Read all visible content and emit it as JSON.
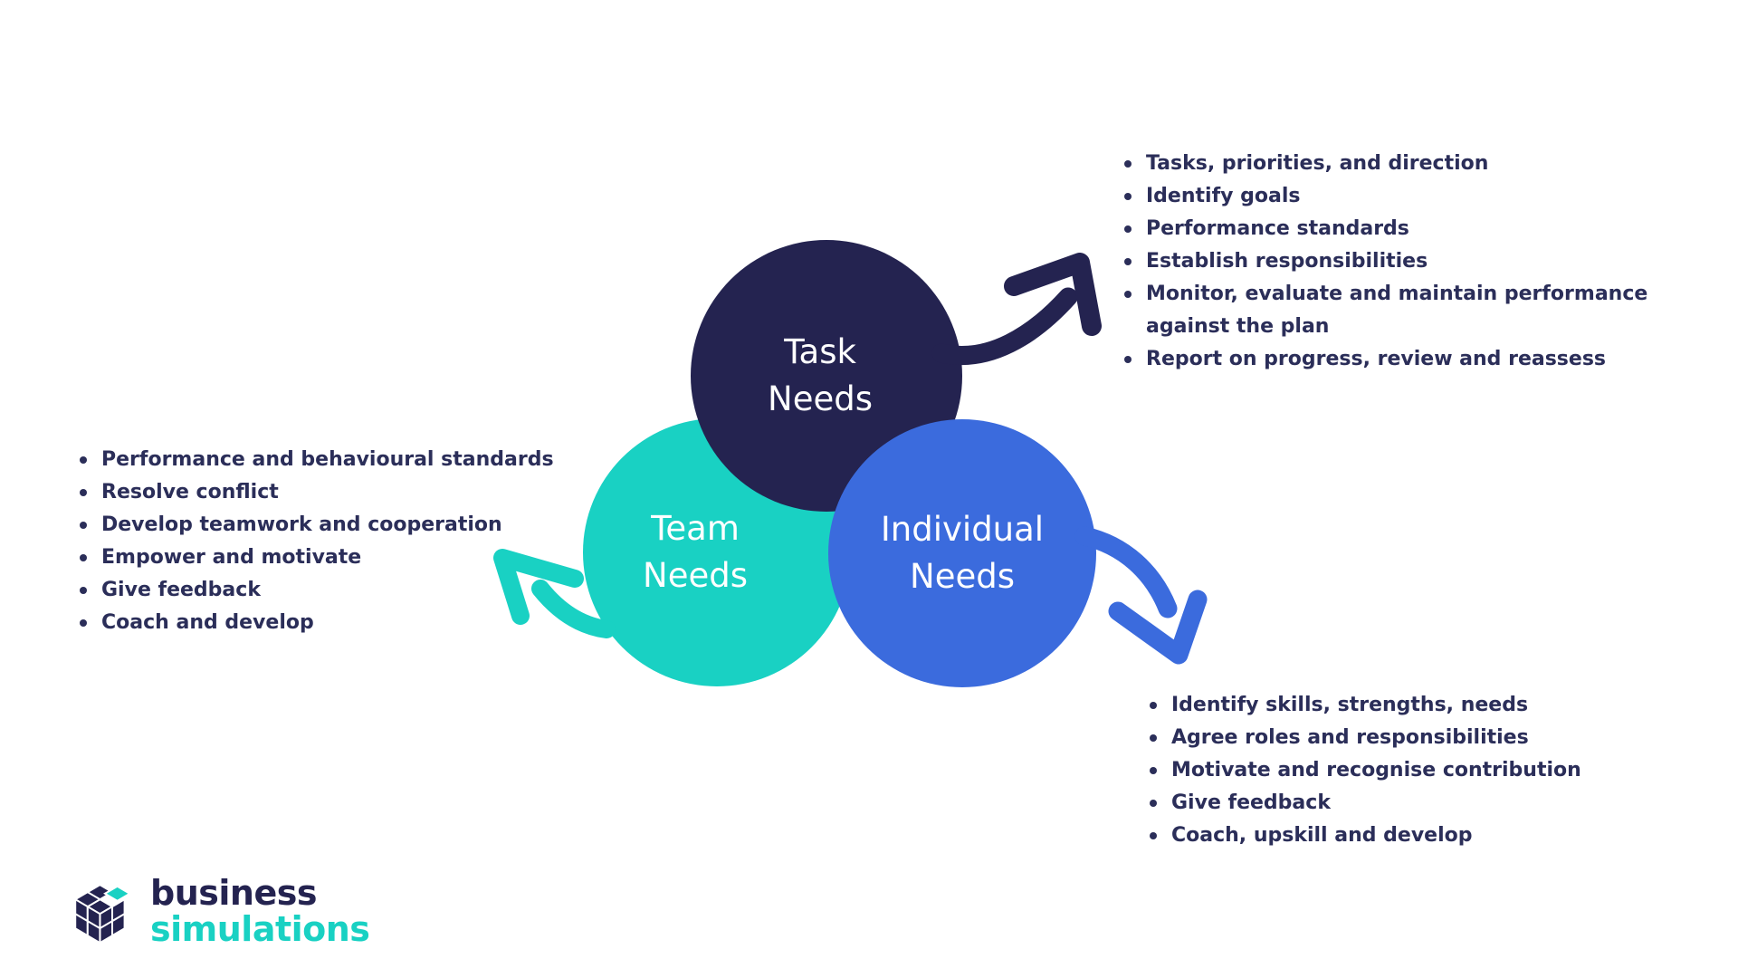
{
  "colors": {
    "navy": "#242350",
    "teal": "#19d1c3",
    "blue": "#3b6bdd",
    "bullet_text": "#2b2e59",
    "background": "#ffffff"
  },
  "diagram": {
    "circles": {
      "task": {
        "line1": "Task",
        "line2": "Needs"
      },
      "team": {
        "line1": "Team",
        "line2": "Needs"
      },
      "individual": {
        "line1": "Individual",
        "line2": "Needs"
      }
    }
  },
  "task_list": {
    "items": [
      "Tasks, priorities, and direction",
      "Identify goals",
      "Performance standards",
      "Establish responsibilities",
      "Monitor, evaluate and maintain performance against the plan",
      "Report on progress, review and reassess"
    ]
  },
  "team_list": {
    "items": [
      "Performance and behavioural standards",
      "Resolve conflict",
      "Develop teamwork and cooperation",
      "Empower and motivate",
      "Give feedback",
      "Coach and develop"
    ]
  },
  "individual_list": {
    "items": [
      "Identify skills, strengths, needs",
      "Agree roles and responsibilities",
      "Motivate and recognise contribution",
      "Give feedback",
      "Coach, upskill and develop"
    ]
  },
  "logo": {
    "word1": "business",
    "word2": "simulations"
  }
}
